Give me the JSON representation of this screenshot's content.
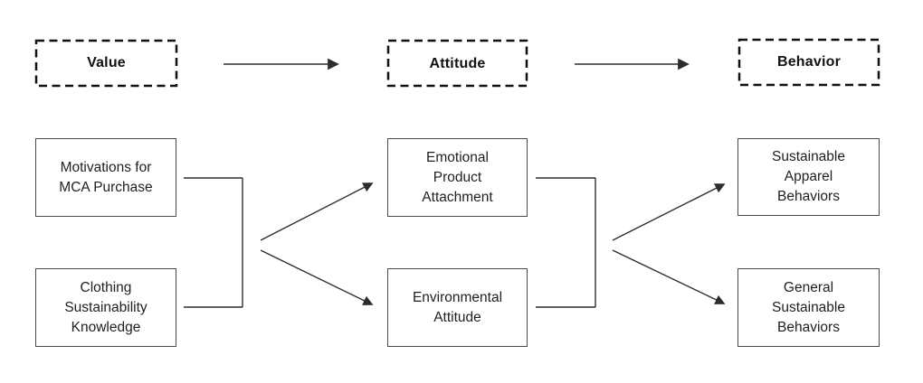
{
  "diagram": {
    "type": "flow-model",
    "colors": {
      "background": "#ffffff",
      "line": "#2d2d2d",
      "dashed_border": "#111111",
      "solid_border": "#4a4a4a",
      "text": "#1f1f1f"
    },
    "columns": [
      {
        "id": "value",
        "header": "Value",
        "nodes": [
          "Motivations for\nMCA Purchase",
          "Clothing\nSustainability\nKnowledge"
        ]
      },
      {
        "id": "attitude",
        "header": "Attitude",
        "nodes": [
          "Emotional\nProduct\nAttachment",
          "Environmental\nAttitude"
        ]
      },
      {
        "id": "behavior",
        "header": "Behavior",
        "nodes": [
          "Sustainable\nApparel\nBehaviors",
          "General\nSustainable\nBehaviors"
        ]
      }
    ],
    "edges": [
      {
        "from": "Value",
        "to": "Attitude",
        "style": "arrow"
      },
      {
        "from": "Attitude",
        "to": "Behavior",
        "style": "arrow"
      },
      {
        "from": [
          "Motivations for MCA Purchase",
          "Clothing Sustainability Knowledge"
        ],
        "to": [
          "Emotional Product Attachment",
          "Environmental Attitude"
        ],
        "style": "merge-then-fan-out-arrows"
      },
      {
        "from": [
          "Emotional Product Attachment",
          "Environmental Attitude"
        ],
        "to": [
          "Sustainable Apparel Behaviors",
          "General Sustainable Behaviors"
        ],
        "style": "merge-then-fan-out-arrows"
      }
    ]
  }
}
